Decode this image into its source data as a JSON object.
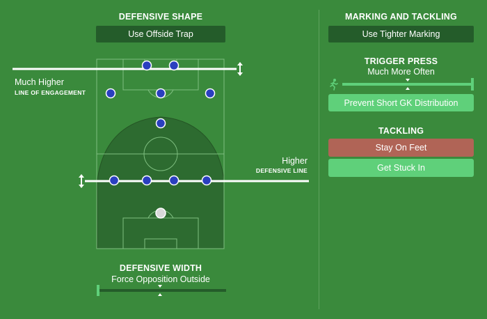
{
  "defensive_shape": {
    "heading": "DEFENSIVE SHAPE",
    "offside_button": "Use Offside Trap"
  },
  "line_of_engagement": {
    "value": "Much Higher",
    "label": "LINE OF ENGAGEMENT"
  },
  "defensive_line": {
    "value": "Higher",
    "label": "DEFENSIVE LINE"
  },
  "defensive_width": {
    "heading": "DEFENSIVE WIDTH",
    "value": "Force Opposition Outside",
    "slider_fraction": 0.5
  },
  "marking_tackling": {
    "heading": "MARKING AND TACKLING",
    "marking_button": "Use Tighter Marking"
  },
  "trigger_press": {
    "heading": "TRIGGER PRESS",
    "value": "Much More Often",
    "slider_fraction": 1.0,
    "gk_button": "Prevent Short GK Distribution"
  },
  "tackling": {
    "heading": "TACKLING",
    "stay_on_feet": "Stay On Feet",
    "get_stuck_in": "Get Stuck In"
  },
  "colors": {
    "background": "#3a8a3c",
    "dark_button": "#245c2a",
    "accent_green": "#5fd07a",
    "red_button": "#b06456",
    "player": "#2a3fbf",
    "goalkeeper": "#d9d9d9"
  },
  "icons": [
    "runner-icon",
    "double-arrow-icon"
  ]
}
